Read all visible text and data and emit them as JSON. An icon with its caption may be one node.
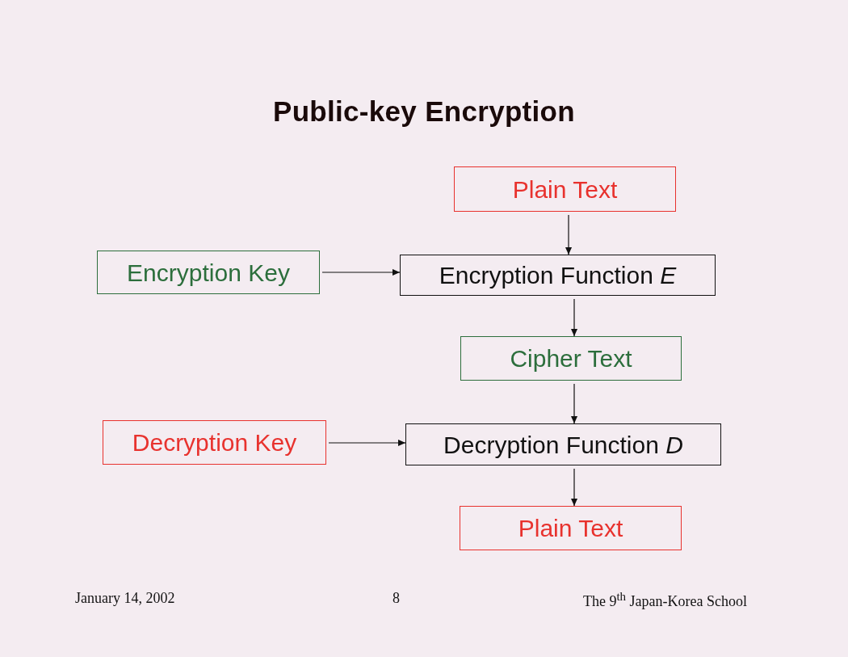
{
  "diagram": {
    "title": "Public-key Encryption",
    "nodes": [
      {
        "text": [
          "Plain Text"
        ]
      },
      {
        "text": [
          "Encryption Key"
        ]
      },
      {
        "text": [
          "Encryption Function *E*"
        ]
      },
      {
        "text": [
          "Cipher Text"
        ]
      },
      {
        "text": [
          "Decryption Key"
        ]
      },
      {
        "text": [
          "Decryption Function *D*"
        ]
      },
      {
        "text": [
          "Plain Text"
        ]
      }
    ],
    "edges": [
      {
        "from": 0,
        "to": 2,
        "arrow": "to"
      },
      {
        "from": 1,
        "to": 2,
        "arrow": "to"
      },
      {
        "from": 2,
        "to": 3,
        "arrow": "to"
      },
      {
        "from": 3,
        "to": 5,
        "arrow": "to"
      },
      {
        "from": 4,
        "to": 5,
        "arrow": "to"
      },
      {
        "from": 5,
        "to": 6,
        "arrow": "to"
      }
    ],
    "labels": [
      "January 14, 2002",
      "8",
      "The 9$^{th}$ Japan-Korea School"
    ]
  }
}
